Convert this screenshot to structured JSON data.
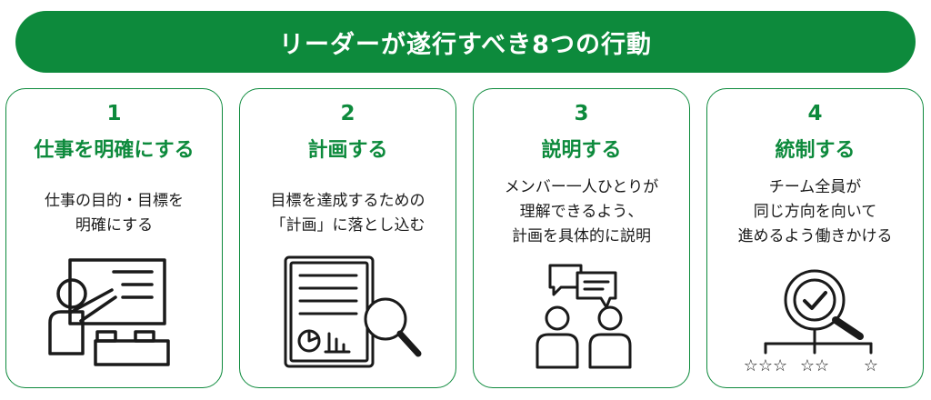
{
  "header": {
    "title": "リーダーが遂行すべき8つの行動"
  },
  "colors": {
    "accent": "#0d8a3c",
    "text": "#1a1a1a"
  },
  "cards": [
    {
      "number": "1",
      "title": "仕事を明確にする",
      "description": [
        "仕事の目的・目標を",
        "明確にする"
      ],
      "icon": "teacher-whiteboard-icon"
    },
    {
      "number": "2",
      "title": "計画する",
      "description": [
        "目標を達成するための",
        "「計画」に落とし込む"
      ],
      "icon": "document-magnifier-icon"
    },
    {
      "number": "3",
      "title": "説明する",
      "description": [
        "メンバー一人ひとりが",
        "理解できるよう、",
        "計画を具体的に説明"
      ],
      "icon": "two-people-chat-icon"
    },
    {
      "number": "4",
      "title": "統制する",
      "description": [
        "チーム全員が",
        "同じ方向を向いて",
        "進めるよう働きかける"
      ],
      "icon": "magnifier-check-stars-icon"
    }
  ]
}
